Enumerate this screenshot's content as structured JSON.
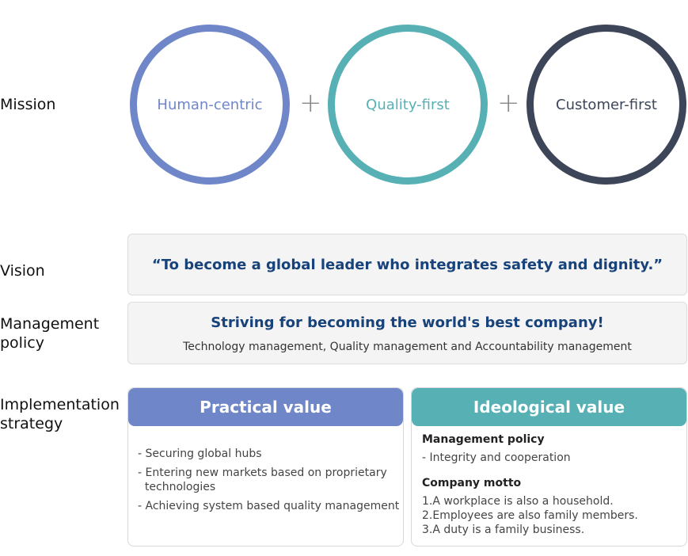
{
  "labels": {
    "mission": "Mission",
    "vision": "Vision",
    "management_policy": "Management\npolicy",
    "implementation_strategy": "Implementation\nstrategy"
  },
  "mission": {
    "circles": [
      {
        "text": "Human-centric",
        "color": "#6f86c9"
      },
      {
        "text": "Quality-first",
        "color": "#56b0b4"
      },
      {
        "text": "Customer-first",
        "color": "#3d4558"
      }
    ],
    "plus": "+"
  },
  "vision": {
    "quote": "“To become a global leader who integrates safety and dignity.”"
  },
  "management_policy": {
    "headline": "Striving for becoming the world's best company!",
    "sub": "Technology management, Quality management and Accountability management"
  },
  "implementation": {
    "practical": {
      "title": "Practical value",
      "color": "#6f86c9",
      "items": [
        "- Securing global hubs",
        "- Entering new markets based on proprietary\n  technologies",
        "- Achieving system based quality management"
      ]
    },
    "ideological": {
      "title": "Ideological value",
      "color": "#56b0b4",
      "policy_heading": "Management policy",
      "policy_item": "- Integrity and cooperation",
      "motto_heading": "Company motto",
      "motto_items": [
        "1.A workplace is also a household.",
        "2.Employees are also family members.",
        "3.A duty is a family business."
      ]
    }
  }
}
